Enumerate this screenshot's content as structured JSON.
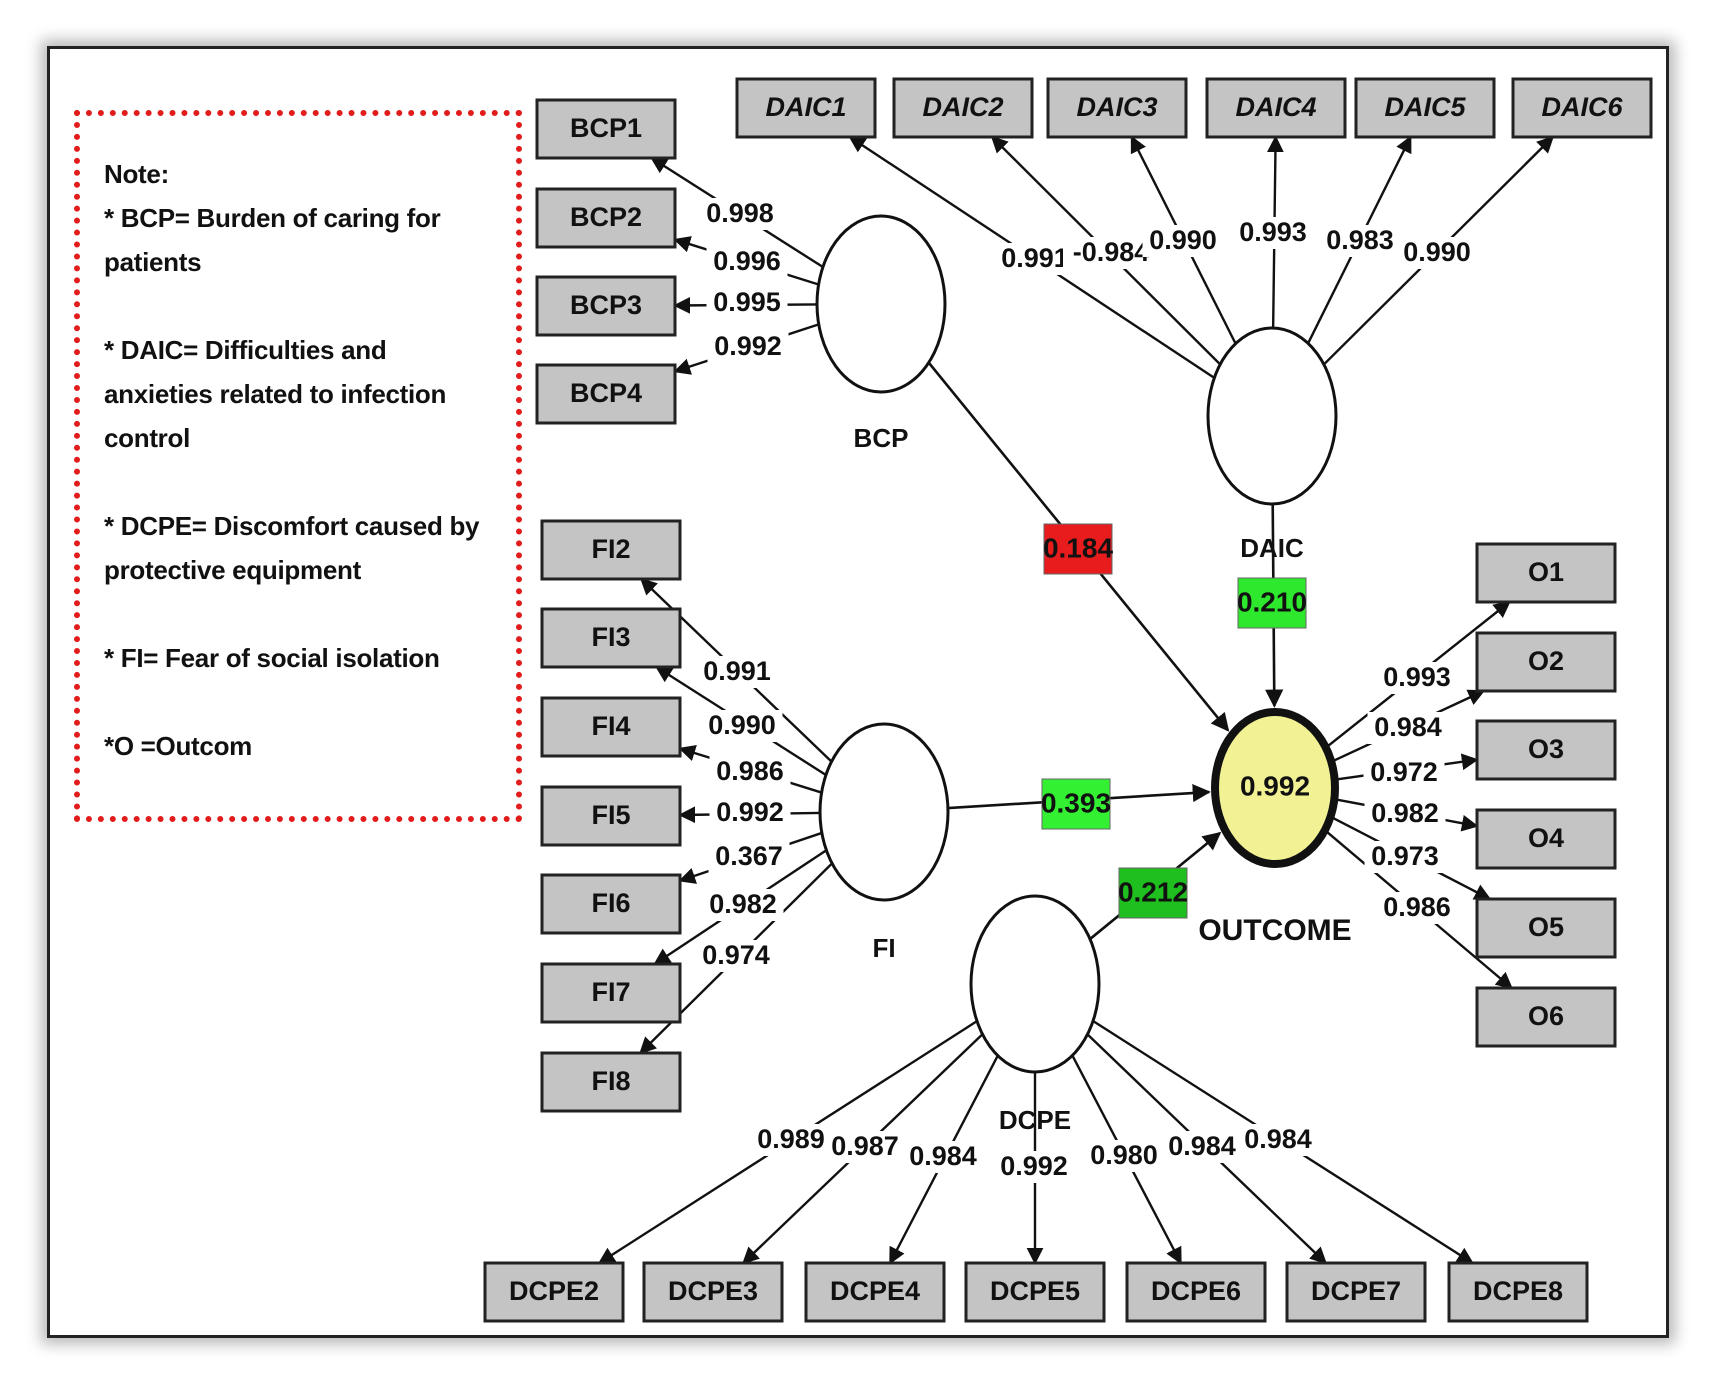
{
  "note": {
    "title": "Note:",
    "items": [
      "* BCP= Burden of caring for patients",
      "* DAIC= Difficulties and anxieties related to infection control",
      "* DCPE= Discomfort caused by protective equipment",
      "* FI= Fear of social isolation",
      "*O =Outcom"
    ]
  },
  "constructs": [
    {
      "id": "BCP",
      "label": "BCP"
    },
    {
      "id": "DAIC",
      "label": "DAIC"
    },
    {
      "id": "FI",
      "label": "FI"
    },
    {
      "id": "DCPE",
      "label": "DCPE"
    },
    {
      "id": "OUTCOME",
      "label": "OUTCOME",
      "r2": "0.992"
    }
  ],
  "indicators": {
    "BCP": {
      "italic": false,
      "items": [
        {
          "label": "BCP1",
          "loading": "0.998"
        },
        {
          "label": "BCP2",
          "loading": "0.996"
        },
        {
          "label": "BCP3",
          "loading": "0.995"
        },
        {
          "label": "BCP4",
          "loading": "0.992"
        }
      ]
    },
    "DAIC": {
      "italic": true,
      "items": [
        {
          "label": "DAIC1",
          "loading": "0.991"
        },
        {
          "label": "DAIC2",
          "loading": "-0.984"
        },
        {
          "label": "DAIC3",
          "loading": "0.990"
        },
        {
          "label": "DAIC4",
          "loading": "0.993"
        },
        {
          "label": "DAIC5",
          "loading": "0.983"
        },
        {
          "label": "DAIC6",
          "loading": "0.990"
        }
      ]
    },
    "FI": {
      "italic": false,
      "items": [
        {
          "label": "FI2",
          "loading": "0.991"
        },
        {
          "label": "FI3",
          "loading": "0.990"
        },
        {
          "label": "FI4",
          "loading": "0.986"
        },
        {
          "label": "FI5",
          "loading": "0.992"
        },
        {
          "label": "FI6",
          "loading": "0.367"
        },
        {
          "label": "FI7",
          "loading": "0.982"
        },
        {
          "label": "FI8",
          "loading": "0.974"
        }
      ]
    },
    "OUTCOME": {
      "italic": false,
      "items": [
        {
          "label": "O1",
          "loading": "0.993"
        },
        {
          "label": "O2",
          "loading": "0.984"
        },
        {
          "label": "O3",
          "loading": "0.972"
        },
        {
          "label": "O4",
          "loading": "0.982"
        },
        {
          "label": "O5",
          "loading": "0.973"
        },
        {
          "label": "O6",
          "loading": "0.986"
        }
      ]
    },
    "DCPE": {
      "italic": false,
      "items": [
        {
          "label": "DCPE2",
          "loading": "0.989"
        },
        {
          "label": "DCPE3",
          "loading": "0.987"
        },
        {
          "label": "DCPE4",
          "loading": "0.984"
        },
        {
          "label": "DCPE5",
          "loading": "0.992"
        },
        {
          "label": "DCPE6",
          "loading": "0.980"
        },
        {
          "label": "DCPE7",
          "loading": "0.984"
        },
        {
          "label": "DCPE8",
          "loading": "0.984"
        }
      ]
    }
  },
  "paths": [
    {
      "from": "BCP",
      "to": "OUTCOME",
      "coef": "0.184",
      "color": "#e81c1c"
    },
    {
      "from": "DAIC",
      "to": "OUTCOME",
      "coef": "0.210",
      "color": "#2ee82e"
    },
    {
      "from": "FI",
      "to": "OUTCOME",
      "coef": "0.393",
      "color": "#33f033"
    },
    {
      "from": "DCPE",
      "to": "OUTCOME",
      "coef": "0.212",
      "color": "#1fbf1f"
    }
  ],
  "colors": {
    "outcome_fill": "#f2f295",
    "box_fill": "#c4c4c4",
    "note_border": "#e21b1b"
  }
}
